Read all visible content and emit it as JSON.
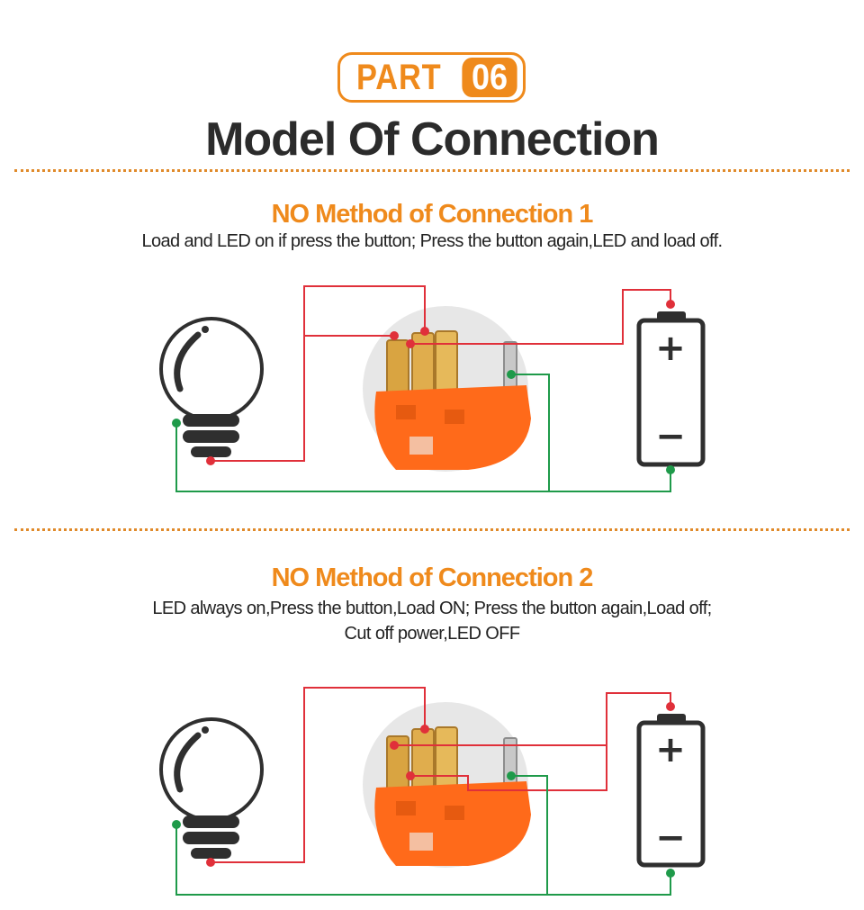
{
  "header": {
    "badge_word": "PART",
    "badge_number": "06",
    "title": "Model Of Connection"
  },
  "sections": [
    {
      "title": "NO Method of Connection 1",
      "description_lines": [
        "Load and LED on if press the button;  Press the button again,LED and load off."
      ]
    },
    {
      "title": "NO Method of Connection 2",
      "description_lines": [
        "LED always on,Press the button,Load ON;  Press the button again,Load off;",
        "Cut off power,LED OFF"
      ]
    }
  ],
  "battery": {
    "positive_symbol": "+",
    "negative_symbol": "−"
  },
  "colors": {
    "accent": "#ef8a1c",
    "wire_positive": "#e0303a",
    "wire_negative": "#1f9a4a",
    "switch_body": "#ff6a1a",
    "switch_pins": "#d9a441",
    "outline_dark": "#2f2f2f"
  },
  "icons": [
    "light-bulb-icon",
    "battery-icon",
    "push-button-switch-icon"
  ]
}
